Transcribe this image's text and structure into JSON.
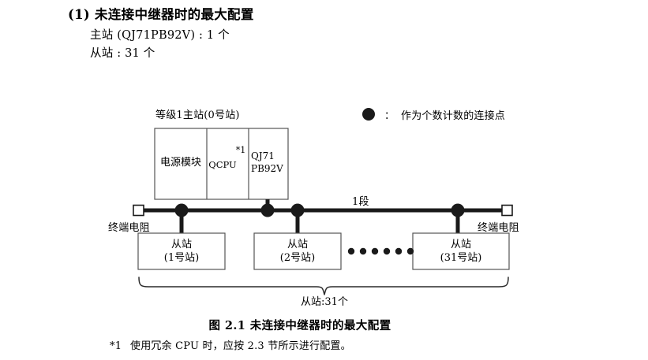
{
  "heading": {
    "section_number": "(1)",
    "section_title": "(1) 未连接中继器时的最大配置",
    "master_spec": "主站 (QJ71PB92V) : 1 个",
    "slave_spec": "从站 : 31 个"
  },
  "legend": {
    "marker_icon": "filled-circle-icon",
    "separator": "：",
    "text": "作为个数计数的连接点",
    "marker_color": "#1a1a1a"
  },
  "diagram": {
    "master_label": "等级1主站(0号站)",
    "master_modules": [
      {
        "name": "power-module",
        "line1": "电源模块",
        "line2": ""
      },
      {
        "name": "qcpu-module",
        "line1": "QCPU",
        "line2": "",
        "footnote_mark": "*1"
      },
      {
        "name": "network-module",
        "line1": "QJ71",
        "line2": "PB92V"
      }
    ],
    "segment_label": "1段",
    "terminator_left_label": "终端电阻",
    "terminator_right_label": "终端电阻",
    "slaves": [
      {
        "line1": "从站",
        "line2": "(1号站)"
      },
      {
        "line1": "从站",
        "line2": "(2号站)"
      },
      {
        "line1": "从站",
        "line2": "(31号站)"
      }
    ],
    "ellipsis_dot_count": 6,
    "brace_label": "从站:31个",
    "bus_color": "#1a1a1a",
    "box_border_color": "#555555"
  },
  "caption": "图 2.1  未连接中继器时的最大配置",
  "footnote": {
    "mark": "*1",
    "text": "使用冗余 CPU 时，应按 2.3 节所示进行配置。"
  }
}
